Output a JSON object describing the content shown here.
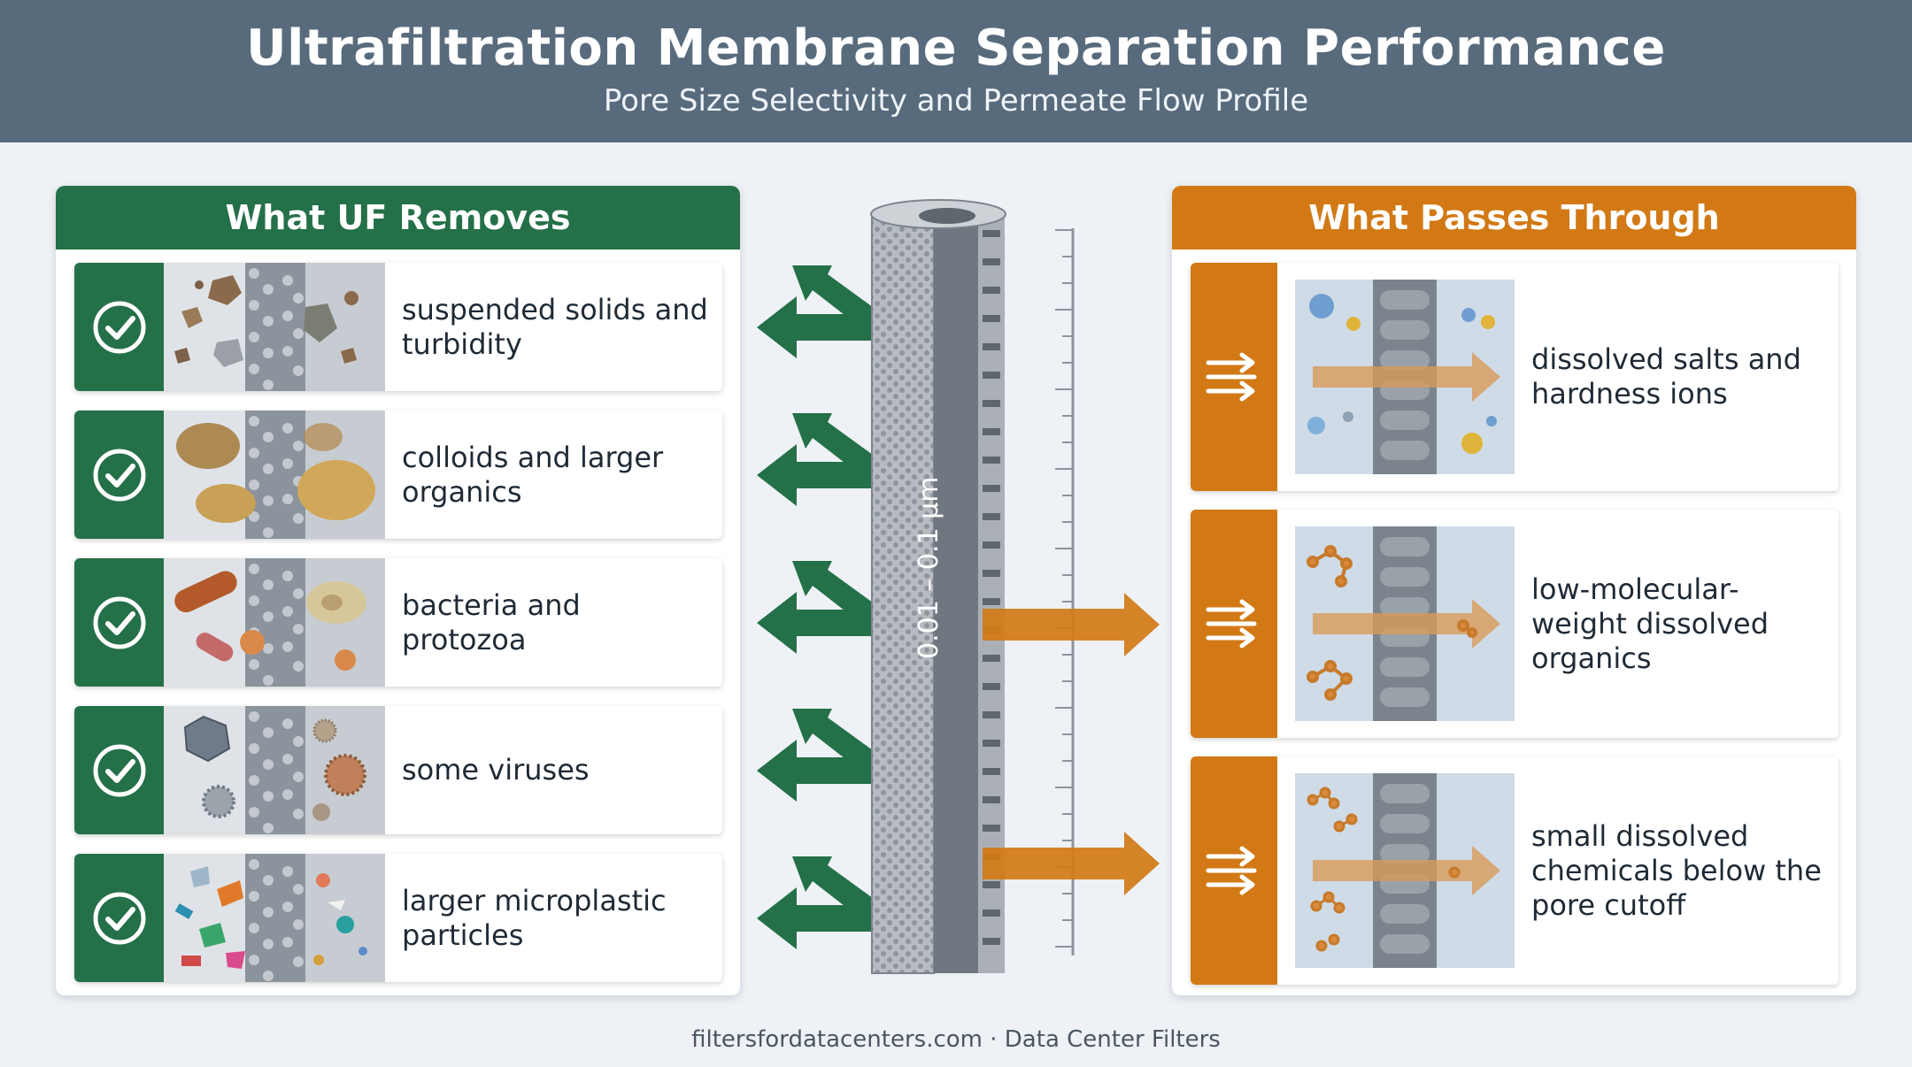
{
  "header": {
    "title": "Ultrafiltration Membrane Separation Performance",
    "subtitle": "Pore Size Selectivity and Permeate Flow Profile"
  },
  "left_panel": {
    "title": "What UF Removes",
    "items": [
      {
        "label": "suspended solids and turbidity",
        "icon": "check-icon"
      },
      {
        "label": "colloids and larger organics",
        "icon": "check-icon"
      },
      {
        "label": "bacteria and protozoa",
        "icon": "check-icon"
      },
      {
        "label": "some viruses",
        "icon": "check-icon"
      },
      {
        "label": "larger microplastic particles",
        "icon": "check-icon"
      }
    ]
  },
  "right_panel": {
    "title": "What Passes Through",
    "items": [
      {
        "label": "dissolved salts and hardness ions",
        "icon": "flow-arrows-icon"
      },
      {
        "label": "low-molecular-weight dissolved organics",
        "icon": "flow-arrows-icon"
      },
      {
        "label": "small dissolved chemicals below the pore cutoff",
        "icon": "flow-arrows-icon"
      }
    ]
  },
  "membrane": {
    "pore_range": "0.01 – 0.1 µm"
  },
  "footer": {
    "text": "filtersfordatacenters.com · Data Center Filters"
  },
  "colors": {
    "header": "#586b7d",
    "removes_green": "#247048",
    "passes_orange": "#d27915",
    "background": "#eef2f6"
  }
}
